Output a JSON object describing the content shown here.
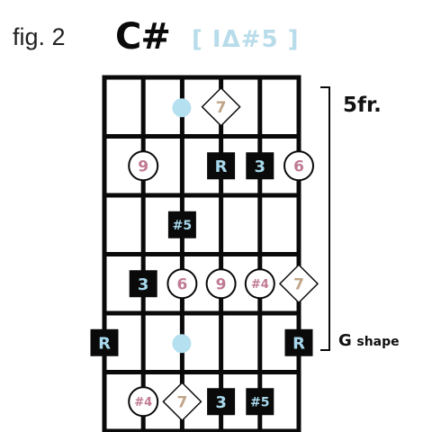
{
  "header": {
    "figure_label": "fig. 2",
    "key": "C#",
    "chord_name": "[ IΔ#5 ]"
  },
  "side_labels": {
    "fret_position": "5fr.",
    "shape_letter": "G",
    "shape_word": "shape"
  },
  "colors": {
    "grid": "#0a0a0a",
    "square_fill": "#0a0a0a",
    "square_text": "#a8d8ec",
    "circle_text": "#c07a94",
    "diamond_text": "#bfa488",
    "dot": "#b5e0ef",
    "chord_accent": "#b8dcea"
  },
  "fretboard": {
    "strings": 6,
    "rows": 6,
    "notes": [
      {
        "string": 3,
        "row": 0,
        "shape": "dot"
      },
      {
        "string": 4,
        "row": 0,
        "shape": "diamond",
        "label": "7"
      },
      {
        "string": 2,
        "row": 1,
        "shape": "circle",
        "label": "9"
      },
      {
        "string": 4,
        "row": 1,
        "shape": "square",
        "label": "R"
      },
      {
        "string": 5,
        "row": 1,
        "shape": "square",
        "label": "3"
      },
      {
        "string": 6,
        "row": 1,
        "shape": "circle",
        "label": "6"
      },
      {
        "string": 3,
        "row": 2,
        "shape": "dot"
      },
      {
        "string": 3,
        "row": 2,
        "shape": "square",
        "label": "#5"
      },
      {
        "string": 2,
        "row": 3,
        "shape": "square",
        "label": "3"
      },
      {
        "string": 3,
        "row": 3,
        "shape": "circle",
        "label": "6"
      },
      {
        "string": 4,
        "row": 3,
        "shape": "circle",
        "label": "9"
      },
      {
        "string": 5,
        "row": 3,
        "shape": "circle",
        "label": "#4"
      },
      {
        "string": 6,
        "row": 3,
        "shape": "diamond",
        "label": "7"
      },
      {
        "string": 1,
        "row": 4,
        "shape": "square",
        "label": "R"
      },
      {
        "string": 3,
        "row": 4,
        "shape": "dot"
      },
      {
        "string": 6,
        "row": 4,
        "shape": "square",
        "label": "R"
      },
      {
        "string": 2,
        "row": 5,
        "shape": "circle",
        "label": "#4"
      },
      {
        "string": 3,
        "row": 5,
        "shape": "diamond",
        "label": "7"
      },
      {
        "string": 4,
        "row": 5,
        "shape": "square",
        "label": "3"
      },
      {
        "string": 5,
        "row": 5,
        "shape": "square",
        "label": "#5"
      }
    ]
  }
}
